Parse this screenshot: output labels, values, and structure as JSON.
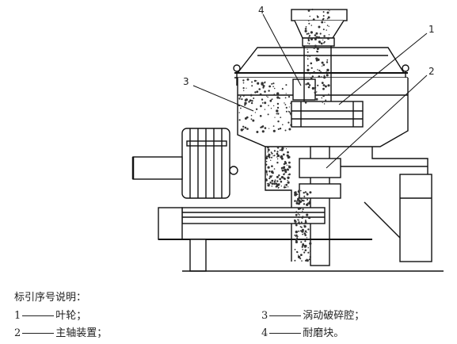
{
  "callouts": [
    {
      "label": "1"
    },
    {
      "label": "2"
    },
    {
      "label": "3"
    },
    {
      "label": "4"
    }
  ],
  "legend": {
    "title": "标引序号说明：",
    "items": [
      {
        "num": "1",
        "text": "叶轮；"
      },
      {
        "num": "2",
        "text": "主轴装置；"
      },
      {
        "num": "3",
        "text": "涡动破碎腔；"
      },
      {
        "num": "4",
        "text": "耐磨块。"
      }
    ]
  },
  "colors": {
    "line": "#111111",
    "speckle": "#333333"
  }
}
